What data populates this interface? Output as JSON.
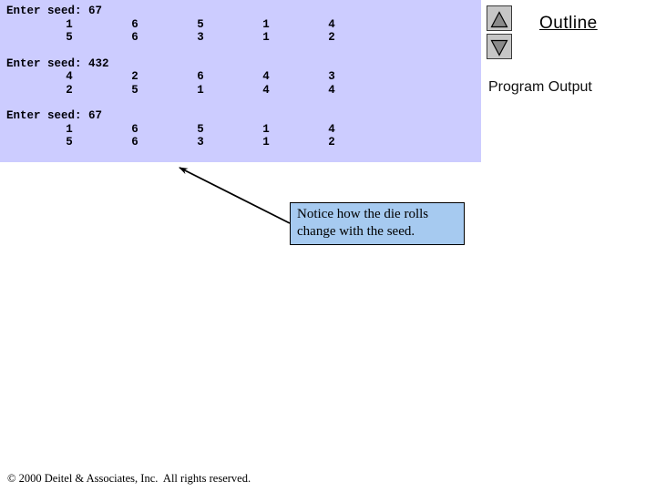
{
  "console": {
    "bg_color": "#CCCCFF",
    "blocks": [
      {
        "prompt": "Enter seed: 67",
        "rows": [
          [
            1,
            6,
            5,
            1,
            4
          ],
          [
            5,
            6,
            3,
            1,
            2
          ]
        ]
      },
      {
        "prompt": "Enter seed: 432",
        "rows": [
          [
            4,
            2,
            6,
            4,
            3
          ],
          [
            2,
            5,
            1,
            4,
            4
          ]
        ]
      },
      {
        "prompt": "Enter seed: 67",
        "rows": [
          [
            1,
            6,
            5,
            1,
            4
          ],
          [
            5,
            6,
            3,
            1,
            2
          ]
        ]
      }
    ]
  },
  "nav": {
    "up_icon": "up-triangle",
    "down_icon": "down-triangle",
    "button_bg": "#C6C6C6",
    "triangle_color": "#8A8A8A",
    "outline_label": "Outline",
    "program_output_label": "Program Output"
  },
  "callout": {
    "bg_color": "#A6CAF0",
    "lines": [
      "Notice how the die rolls",
      "change with the seed."
    ]
  },
  "footer": {
    "copyright": "© 2000 Deitel & Associates, Inc.  All rights reserved."
  }
}
